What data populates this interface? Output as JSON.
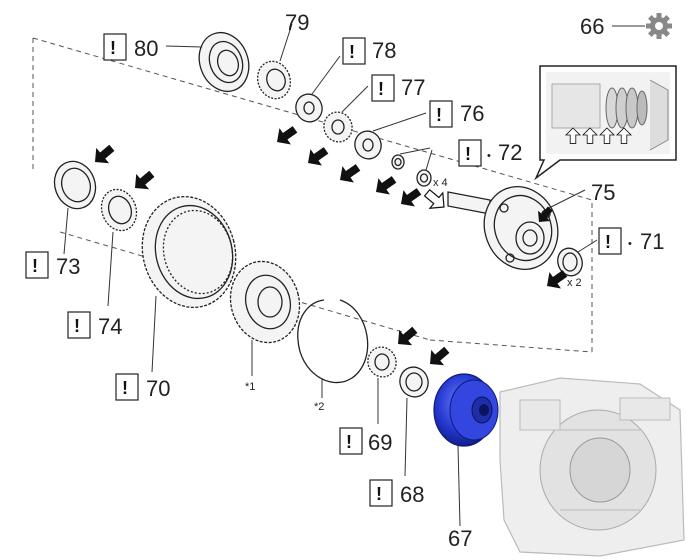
{
  "labels": {
    "p66": "66",
    "p67": "67",
    "p68": "68",
    "p69": "69",
    "p70": "70",
    "p71": "71",
    "p72": "72",
    "p73": "73",
    "p74": "74",
    "p75": "75",
    "p76": "76",
    "p77": "77",
    "p78": "78",
    "p79": "79",
    "p80": "80"
  },
  "notes": {
    "star1": "*1",
    "star2": "*2",
    "qty4": "x 4",
    "qty2": "x 2",
    "bullet": "•"
  },
  "warning_symbol": "!",
  "colors": {
    "highlight_part": "#2438d0",
    "line": "#222222"
  },
  "icons": {
    "gear": "gear-icon",
    "arrow": "install-arrow-icon"
  }
}
